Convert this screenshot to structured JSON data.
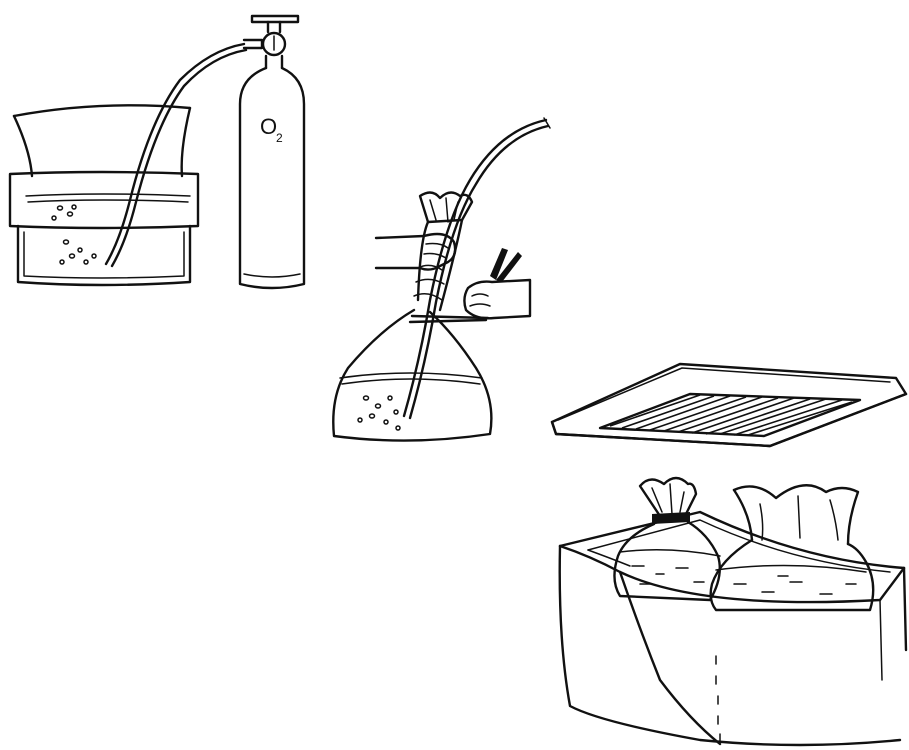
{
  "cylinder": {
    "label_main": "O",
    "label_sub": "2"
  },
  "colors": {
    "ink": "#111111",
    "background": "#ffffff"
  },
  "icons": [
    "beaker-with-bubbles",
    "oxygen-cylinder",
    "air-tube",
    "plastic-bag",
    "hands-tying-rubber-band",
    "foam-box-lid",
    "foam-shipping-box",
    "sealed-fish-bags"
  ]
}
